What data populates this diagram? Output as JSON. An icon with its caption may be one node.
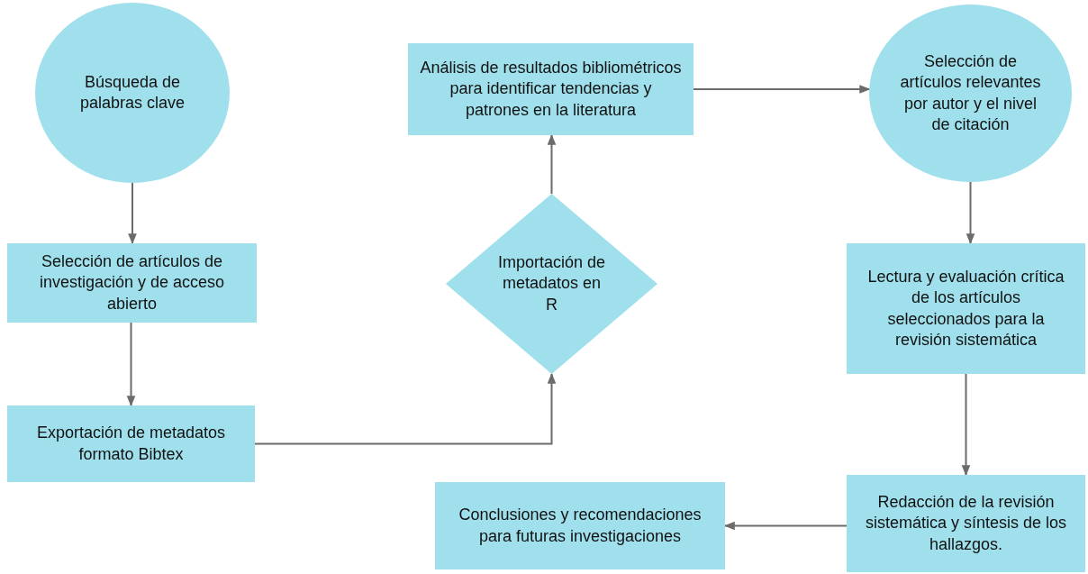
{
  "diagram": {
    "nodes": [
      {
        "text": [
          "Búsqueda de palabras clave"
        ]
      },
      {
        "text": [
          "Selección de artículos de investigación y de acceso abierto"
        ]
      },
      {
        "text": [
          "Exportación de metadatos formato Bibtex"
        ]
      },
      {
        "text": [
          "Importación de metadatos en R"
        ]
      },
      {
        "text": [
          "Análisis de resultados bibliométricos para identificar tendencias y patrones en la literatura"
        ]
      },
      {
        "text": [
          "Selección de artículos relevantes por autor y el nivel de citación"
        ]
      },
      {
        "text": [
          "Lectura y evaluación crítica de los artículos seleccionados para la revisión sistemática"
        ]
      },
      {
        "text": [
          "Redacción de la revisión sistemática y síntesis de los hallazgos."
        ]
      },
      {
        "text": [
          "Conclusiones y recomendaciones para futuras investigaciones"
        ]
      }
    ],
    "edges": [
      {
        "from": 0,
        "to": 1,
        "arrow": "to"
      },
      {
        "from": 1,
        "to": 2,
        "arrow": "to"
      },
      {
        "from": 2,
        "to": 3,
        "arrow": "to"
      },
      {
        "from": 3,
        "to": 4,
        "arrow": "to"
      },
      {
        "from": 4,
        "to": 5,
        "arrow": "to"
      },
      {
        "from": 5,
        "to": 6,
        "arrow": "to"
      },
      {
        "from": 6,
        "to": 7,
        "arrow": "to"
      },
      {
        "from": 7,
        "to": 8,
        "arrow": "to"
      }
    ]
  }
}
